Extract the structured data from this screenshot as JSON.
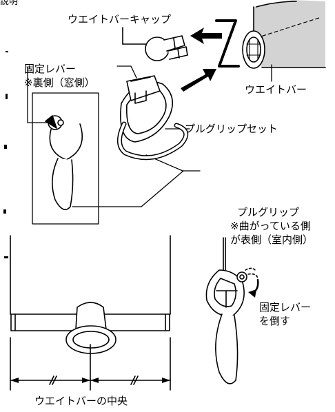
{
  "header": {
    "fragment": "說明"
  },
  "labels": {
    "weight_bar_cap": "ウエイトバーキャップ",
    "fixing_lever_line1": "固定レバー",
    "fixing_lever_line2": "※裏側（窓側）",
    "weight_bar": "ウエイトバー",
    "pull_grip_set": "プルグリップセット",
    "pull_grip_line1": "プルグリップ",
    "pull_grip_line2": "※曲がっている側",
    "pull_grip_line3": "が表側（室内側）",
    "lever_down_line1": "固定レバー",
    "lever_down_line2": "を倒す",
    "center_caption": "ウエイトバーの中央"
  }
}
